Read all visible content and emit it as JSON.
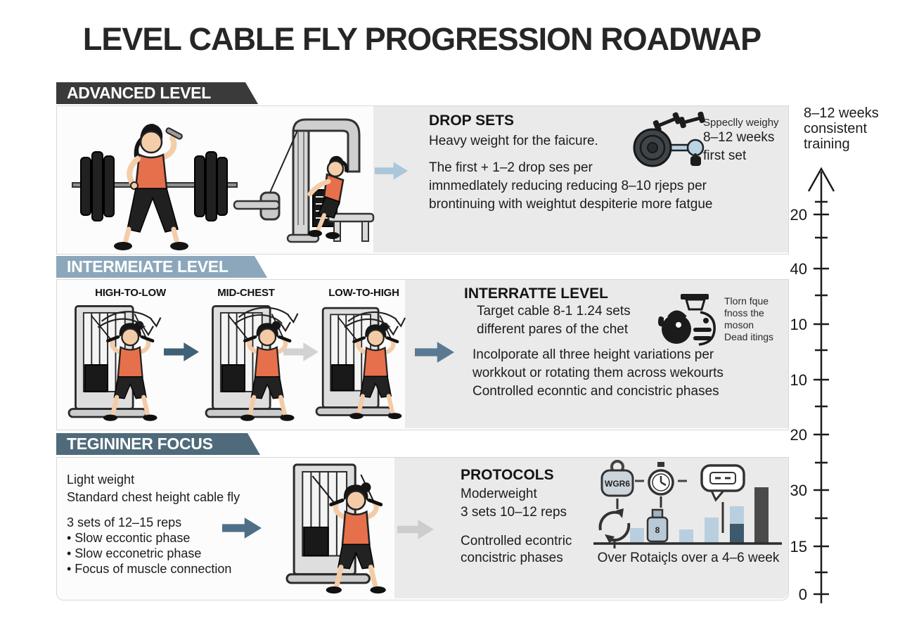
{
  "title": "LEVEL CABLE FLY PROGRESSION ROADWAP",
  "colors": {
    "banner_advanced": "#3a3a3a",
    "banner_intermediate": "#8ca7bb",
    "banner_beginner": "#4f6b7b",
    "panel_gray": "#eaeaea",
    "arrow_lightblue": "#a9c6da",
    "arrow_slate": "#4c6c84",
    "arrow_gray": "#cdcdcd",
    "figure_accent_orange": "#e6704b",
    "bar_light": "#b9cfdf",
    "bar_dark": "#4a4a4a",
    "bar_two_tone_dark": "#3d5a6d"
  },
  "advanced": {
    "banner": "ADVANCED LEVEL",
    "heading": "DROP SETS",
    "subheading": "Heavy weight for the faicure.",
    "body_lines": [
      "The first + 1–2 drop ses per",
      "imnmedlately reducing reducing 8–10 rjeps per",
      "brontinuing with weightut despiterie more fatgue"
    ],
    "side_note_lines": [
      "Sppeclly weighy",
      "8–12 weeks",
      "first set"
    ]
  },
  "intermediate": {
    "banner": "INTERMEIATE LEVEL",
    "variations": [
      "HIGH-TO-LOW",
      "MID-CHEST",
      "LOW-TO-HIGH"
    ],
    "heading": "INTERRATTE LEVEL",
    "sub_lines": [
      "Target cable 8-1 1.24 sets",
      "different pares of the chet"
    ],
    "body_lines": [
      "Incolporate all three height variations per",
      "workkout or rotating them across wekourts",
      "Controlled econntic and concistric phases"
    ],
    "side_note_lines": [
      "Tlorn fque",
      "fnoss the",
      "moson",
      "Dead itings"
    ]
  },
  "beginner": {
    "banner": "TEGININER FOCUS",
    "left_lines_top": [
      "Light weight",
      "Standard chest height cable fly"
    ],
    "left_lines_bottom": [
      "3 sets of 12–15 reps",
      "• Slow eccontic phase",
      "• Slow ecconetric phase",
      "• Focus of muscle connection"
    ],
    "heading": "PROTOCOLS",
    "body_lines_top": [
      "Moderweight",
      "3 sets 10–12 reps"
    ],
    "body_lines_bottom": [
      "Controlled econtric",
      "concistric phases"
    ],
    "weight_tag_label": "WGR6",
    "chart_caption": "Over Rotaiçls over a 4–6 week"
  },
  "timeline": {
    "header_lines": [
      "8–12 weeks",
      "consistent",
      "training"
    ],
    "tick_labels": [
      "20",
      "40",
      "10",
      "10",
      "20",
      "30",
      "15",
      "0"
    ]
  },
  "chart_data": {
    "type": "bar",
    "title": "Over Rotaiçls over a 4–6 week",
    "categories": [
      "",
      "",
      "",
      "",
      ""
    ],
    "bars": [
      {
        "h": 22,
        "style": "light"
      },
      {
        "h": 20,
        "style": "light"
      },
      {
        "h": 37,
        "style": "light"
      },
      {
        "h": 53,
        "style": "two-tone",
        "dark_h": 28
      },
      {
        "h": 80,
        "style": "dark"
      }
    ],
    "ylabel": "",
    "xlabel": "",
    "legend": "none",
    "grid": false,
    "axis_right": {
      "direction": "vertical-up-arrow",
      "tick_labels_top_to_bottom": [
        "20",
        "40",
        "10",
        "10",
        "20",
        "30",
        "15",
        "0"
      ],
      "header": "8–12 weeks consistent training"
    }
  }
}
